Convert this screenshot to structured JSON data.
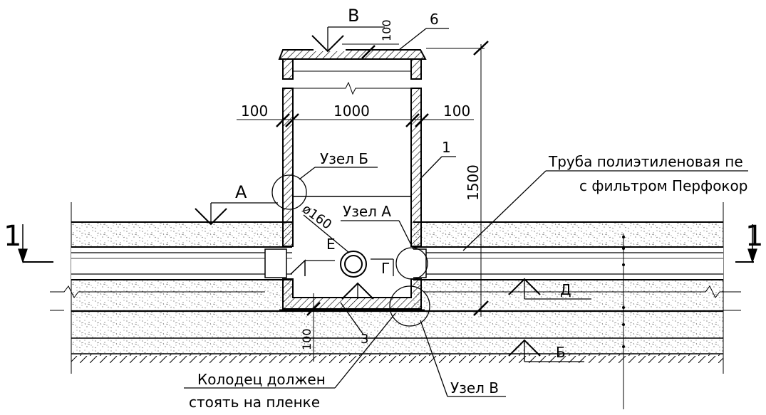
{
  "labels": {
    "view_b": "В",
    "dim_100_top": "100",
    "pos_6": "6",
    "dim_100_left": "100",
    "dim_1000": "1000",
    "dim_100_right": "100",
    "node_b": "Узел Б",
    "pos_1": "1",
    "pipe_line1": "Труба полиэтиленовая пе",
    "pipe_line2": "с фильтром Перфокор",
    "dim_1500": "1500",
    "view_a": "А",
    "diam": "ø160",
    "node_a": "Узел А",
    "section_left": "1",
    "section_right": "1",
    "e": "Е",
    "g": "Г",
    "d": "Д",
    "b_bottom": "Б",
    "pos_3": "3",
    "dim_100_bottom": "100",
    "note_line1": "Колодец должен",
    "note_line2": "стоять на пленке",
    "node_v": "Узел В"
  }
}
